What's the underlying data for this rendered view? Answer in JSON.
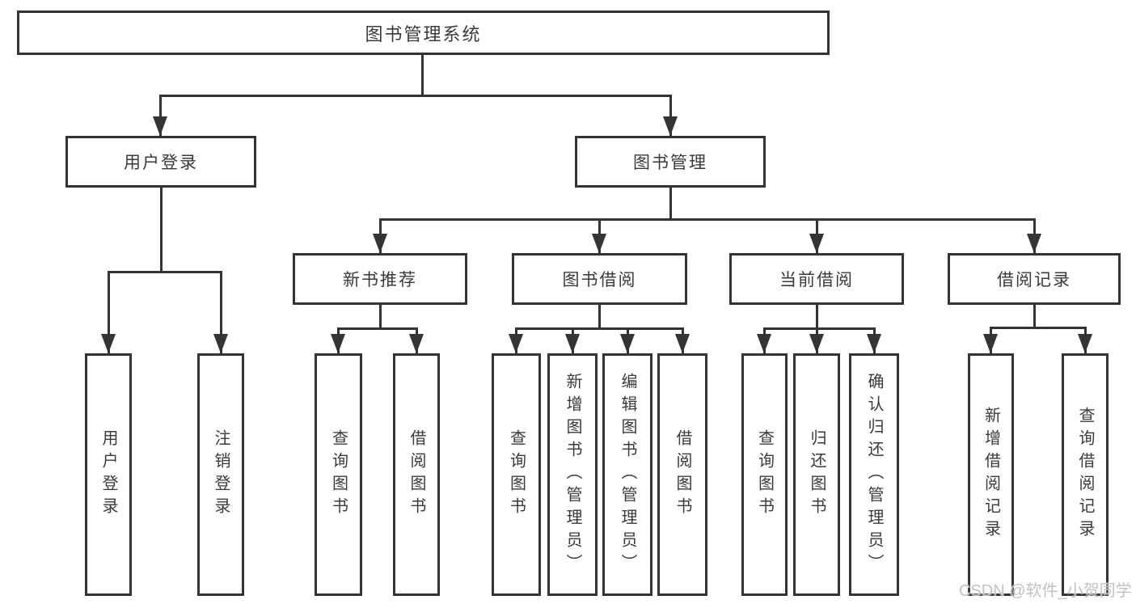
{
  "tree": {
    "root": {
      "label": "图书管理系统"
    },
    "branches": [
      {
        "label": "用户登录",
        "children": [
          {
            "label": "用户登录"
          },
          {
            "label": "注销登录"
          }
        ]
      },
      {
        "label": "图书管理",
        "children": [
          {
            "label": "新书推荐",
            "children": [
              {
                "label": "查询图书"
              },
              {
                "label": "借阅图书"
              }
            ]
          },
          {
            "label": "图书借阅",
            "children": [
              {
                "label": "查询图书"
              },
              {
                "label": "新增图书（管理员）"
              },
              {
                "label": "编辑图书（管理员）"
              },
              {
                "label": "借阅图书"
              }
            ]
          },
          {
            "label": "当前借阅",
            "children": [
              {
                "label": "查询图书"
              },
              {
                "label": "归还图书"
              },
              {
                "label": "确认归还（管理员）"
              }
            ]
          },
          {
            "label": "借阅记录",
            "children": [
              {
                "label": "新增借阅记录"
              },
              {
                "label": "查询借阅记录"
              }
            ]
          }
        ]
      }
    ]
  },
  "watermark": "CSDN @软件_小贺同学",
  "colors": {
    "line": "#343434",
    "text": "#3a3a3a",
    "watermark": "#c2c2c2",
    "background": "#ffffff"
  }
}
